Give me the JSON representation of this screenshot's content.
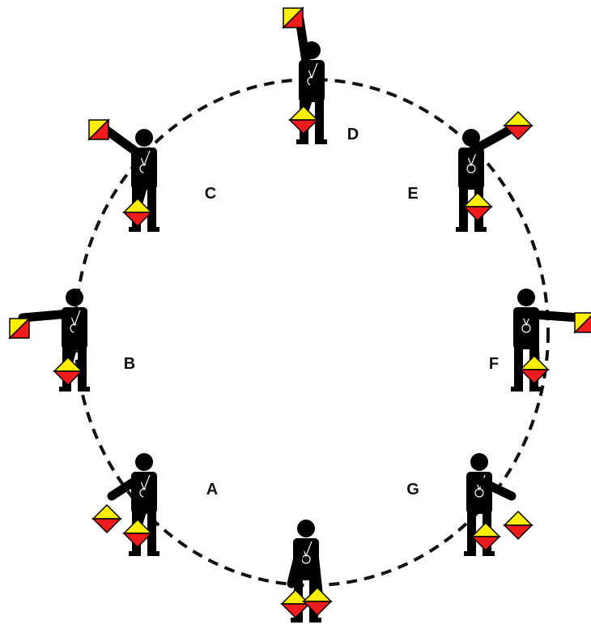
{
  "diagram": {
    "colors": {
      "figure": "#000000",
      "flag_red": "#ee1c1c",
      "flag_yellow": "#ffee00",
      "circle": "#111111"
    },
    "positions": [
      {
        "letter": "A"
      },
      {
        "letter": "B"
      },
      {
        "letter": "C"
      },
      {
        "letter": "D"
      },
      {
        "letter": "E"
      },
      {
        "letter": "F"
      },
      {
        "letter": "G"
      },
      {
        "letter": ""
      }
    ]
  }
}
